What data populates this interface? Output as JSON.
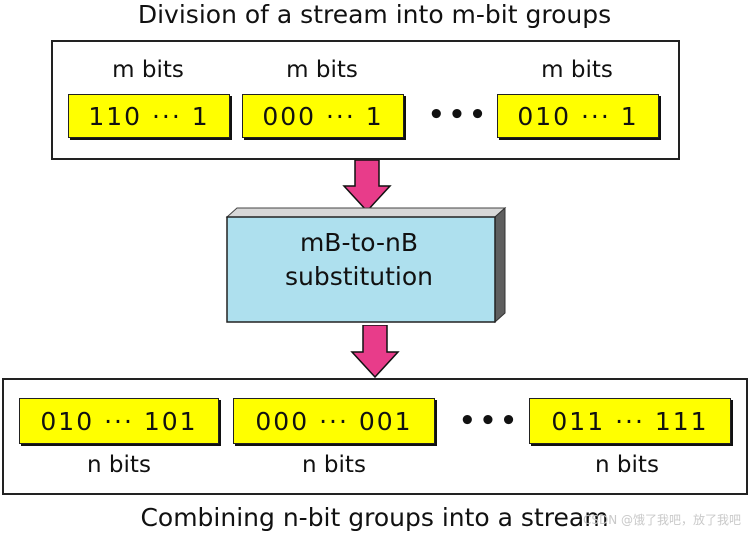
{
  "top": {
    "title": "Division of a stream into m-bit groups",
    "groups": [
      {
        "label": "m bits",
        "value": "110 ··· 1"
      },
      {
        "label": "m bits",
        "value": "000 ··· 1"
      },
      {
        "label": "m bits",
        "value": "010 ··· 1"
      }
    ],
    "ellipsis": "•••"
  },
  "converter": {
    "line1": "mB-to-nB",
    "line2": "substitution"
  },
  "bottom": {
    "title": "Combining n-bit groups into a stream",
    "groups": [
      {
        "label": "n bits",
        "value": "010 ··· 101"
      },
      {
        "label": "n bits",
        "value": "000 ··· 001"
      },
      {
        "label": "n bits",
        "value": "011 ··· 111"
      }
    ],
    "ellipsis": "•••"
  },
  "watermark": "CSDN @饿了我吧，放了我吧",
  "colors": {
    "group_fill": "#ffff00",
    "box_front": "#aee0ee",
    "arrow": "#e83c8a"
  }
}
